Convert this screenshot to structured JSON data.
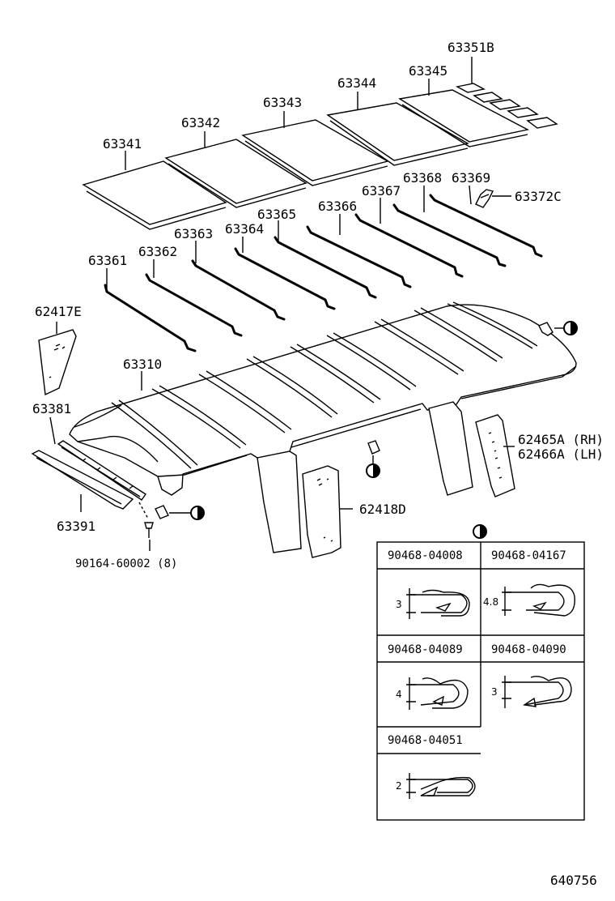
{
  "parts": {
    "p63351B": "63351B",
    "p63345": "63345",
    "p63344": "63344",
    "p63343": "63343",
    "p63342": "63342",
    "p63341": "63341",
    "p63368": "63368",
    "p63369": "63369",
    "p63372C": "63372C",
    "p63367": "63367",
    "p63366": "63366",
    "p63365": "63365",
    "p63364": "63364",
    "p63363": "63363",
    "p63362": "63362",
    "p63361": "63361",
    "p62417E": "62417E",
    "p63310": "63310",
    "p63381": "63381",
    "p62465A": "62465A (RH)",
    "p62466A": "62466A (LH)",
    "p62418D": "62418D",
    "p63391": "63391",
    "p90164": "90164-60002 (8)"
  },
  "clip_table": {
    "c1": {
      "part": "90468-04008",
      "dim": "3"
    },
    "c2": {
      "part": "90468-04167",
      "dim": "4.8"
    },
    "c3": {
      "part": "90468-04089",
      "dim": "4"
    },
    "c4": {
      "part": "90468-04090",
      "dim": "3"
    },
    "c5": {
      "part": "90468-04051",
      "dim": "2"
    }
  },
  "diagram_id": "640756"
}
